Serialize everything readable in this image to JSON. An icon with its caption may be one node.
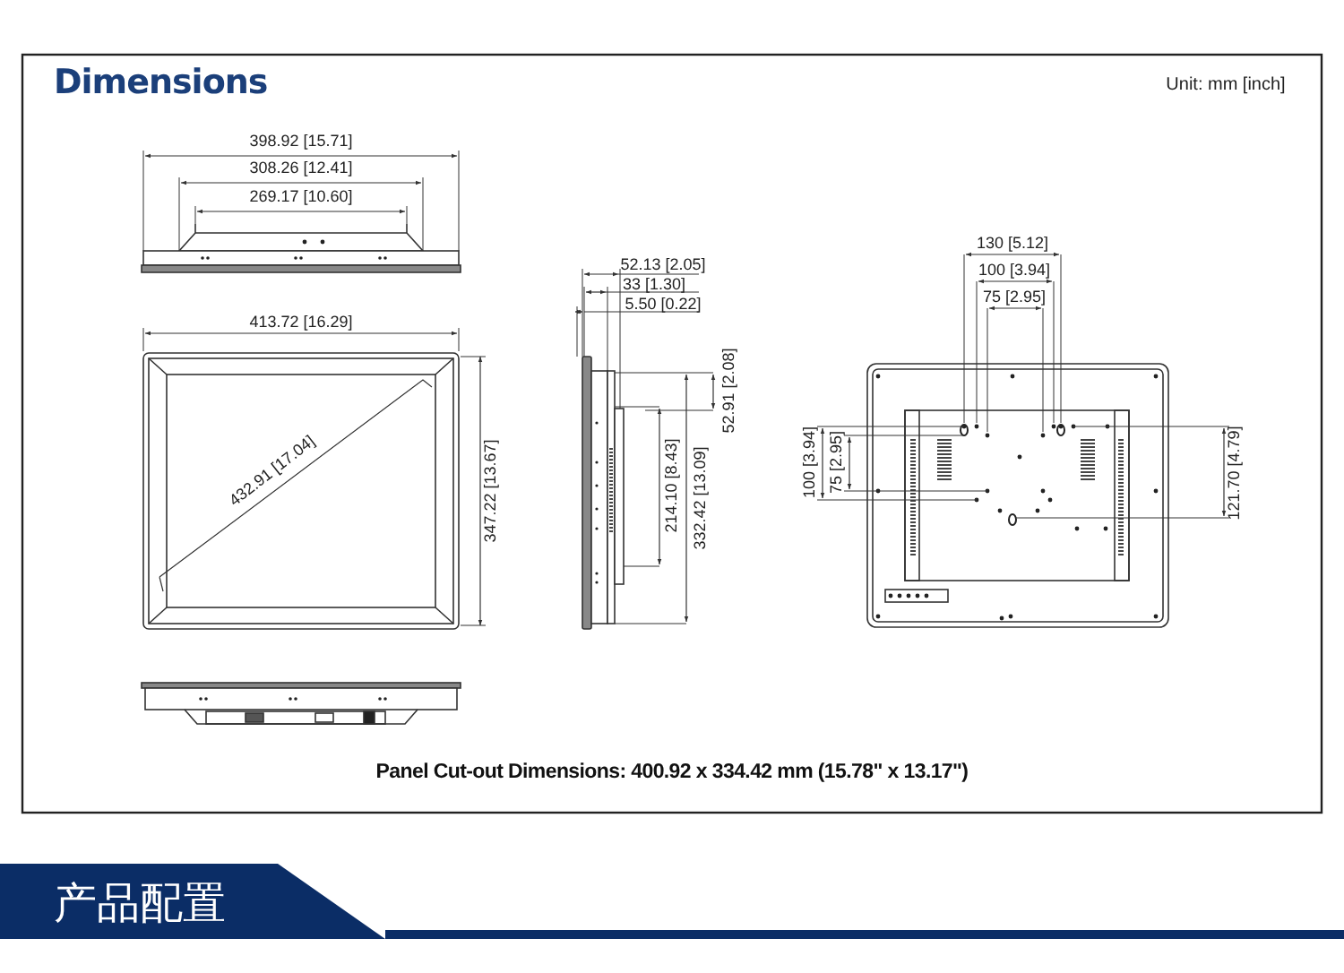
{
  "diagram": {
    "title": "Dimensions",
    "caption": "Panel Cut-out Dimensions: 400.92 x 334.42 mm (15.78\" x 13.17\")",
    "nodes": [
      {
        "text": [
          "产品配置"
        ]
      }
    ],
    "edges": [],
    "labels": [
      "Unit: mm [inch]",
      "398.92 [15.71]",
      "308.26 [12.41]",
      "269.17 [10.60]",
      "52.13 [2.05]",
      "33 [1.30]",
      "5.50 [0.22]",
      "130 [5.12]",
      "100 [3.94]",
      "75 [2.95]",
      "413.72 [16.29]",
      "432.91 [17.04]",
      "347.22 [13.67]",
      "52.91 [2.08]",
      "214.10 [8.43]",
      "332.42 [13.09]",
      "100 [3.94]",
      "75 [2.95]",
      "121.70 [4.79]"
    ]
  }
}
